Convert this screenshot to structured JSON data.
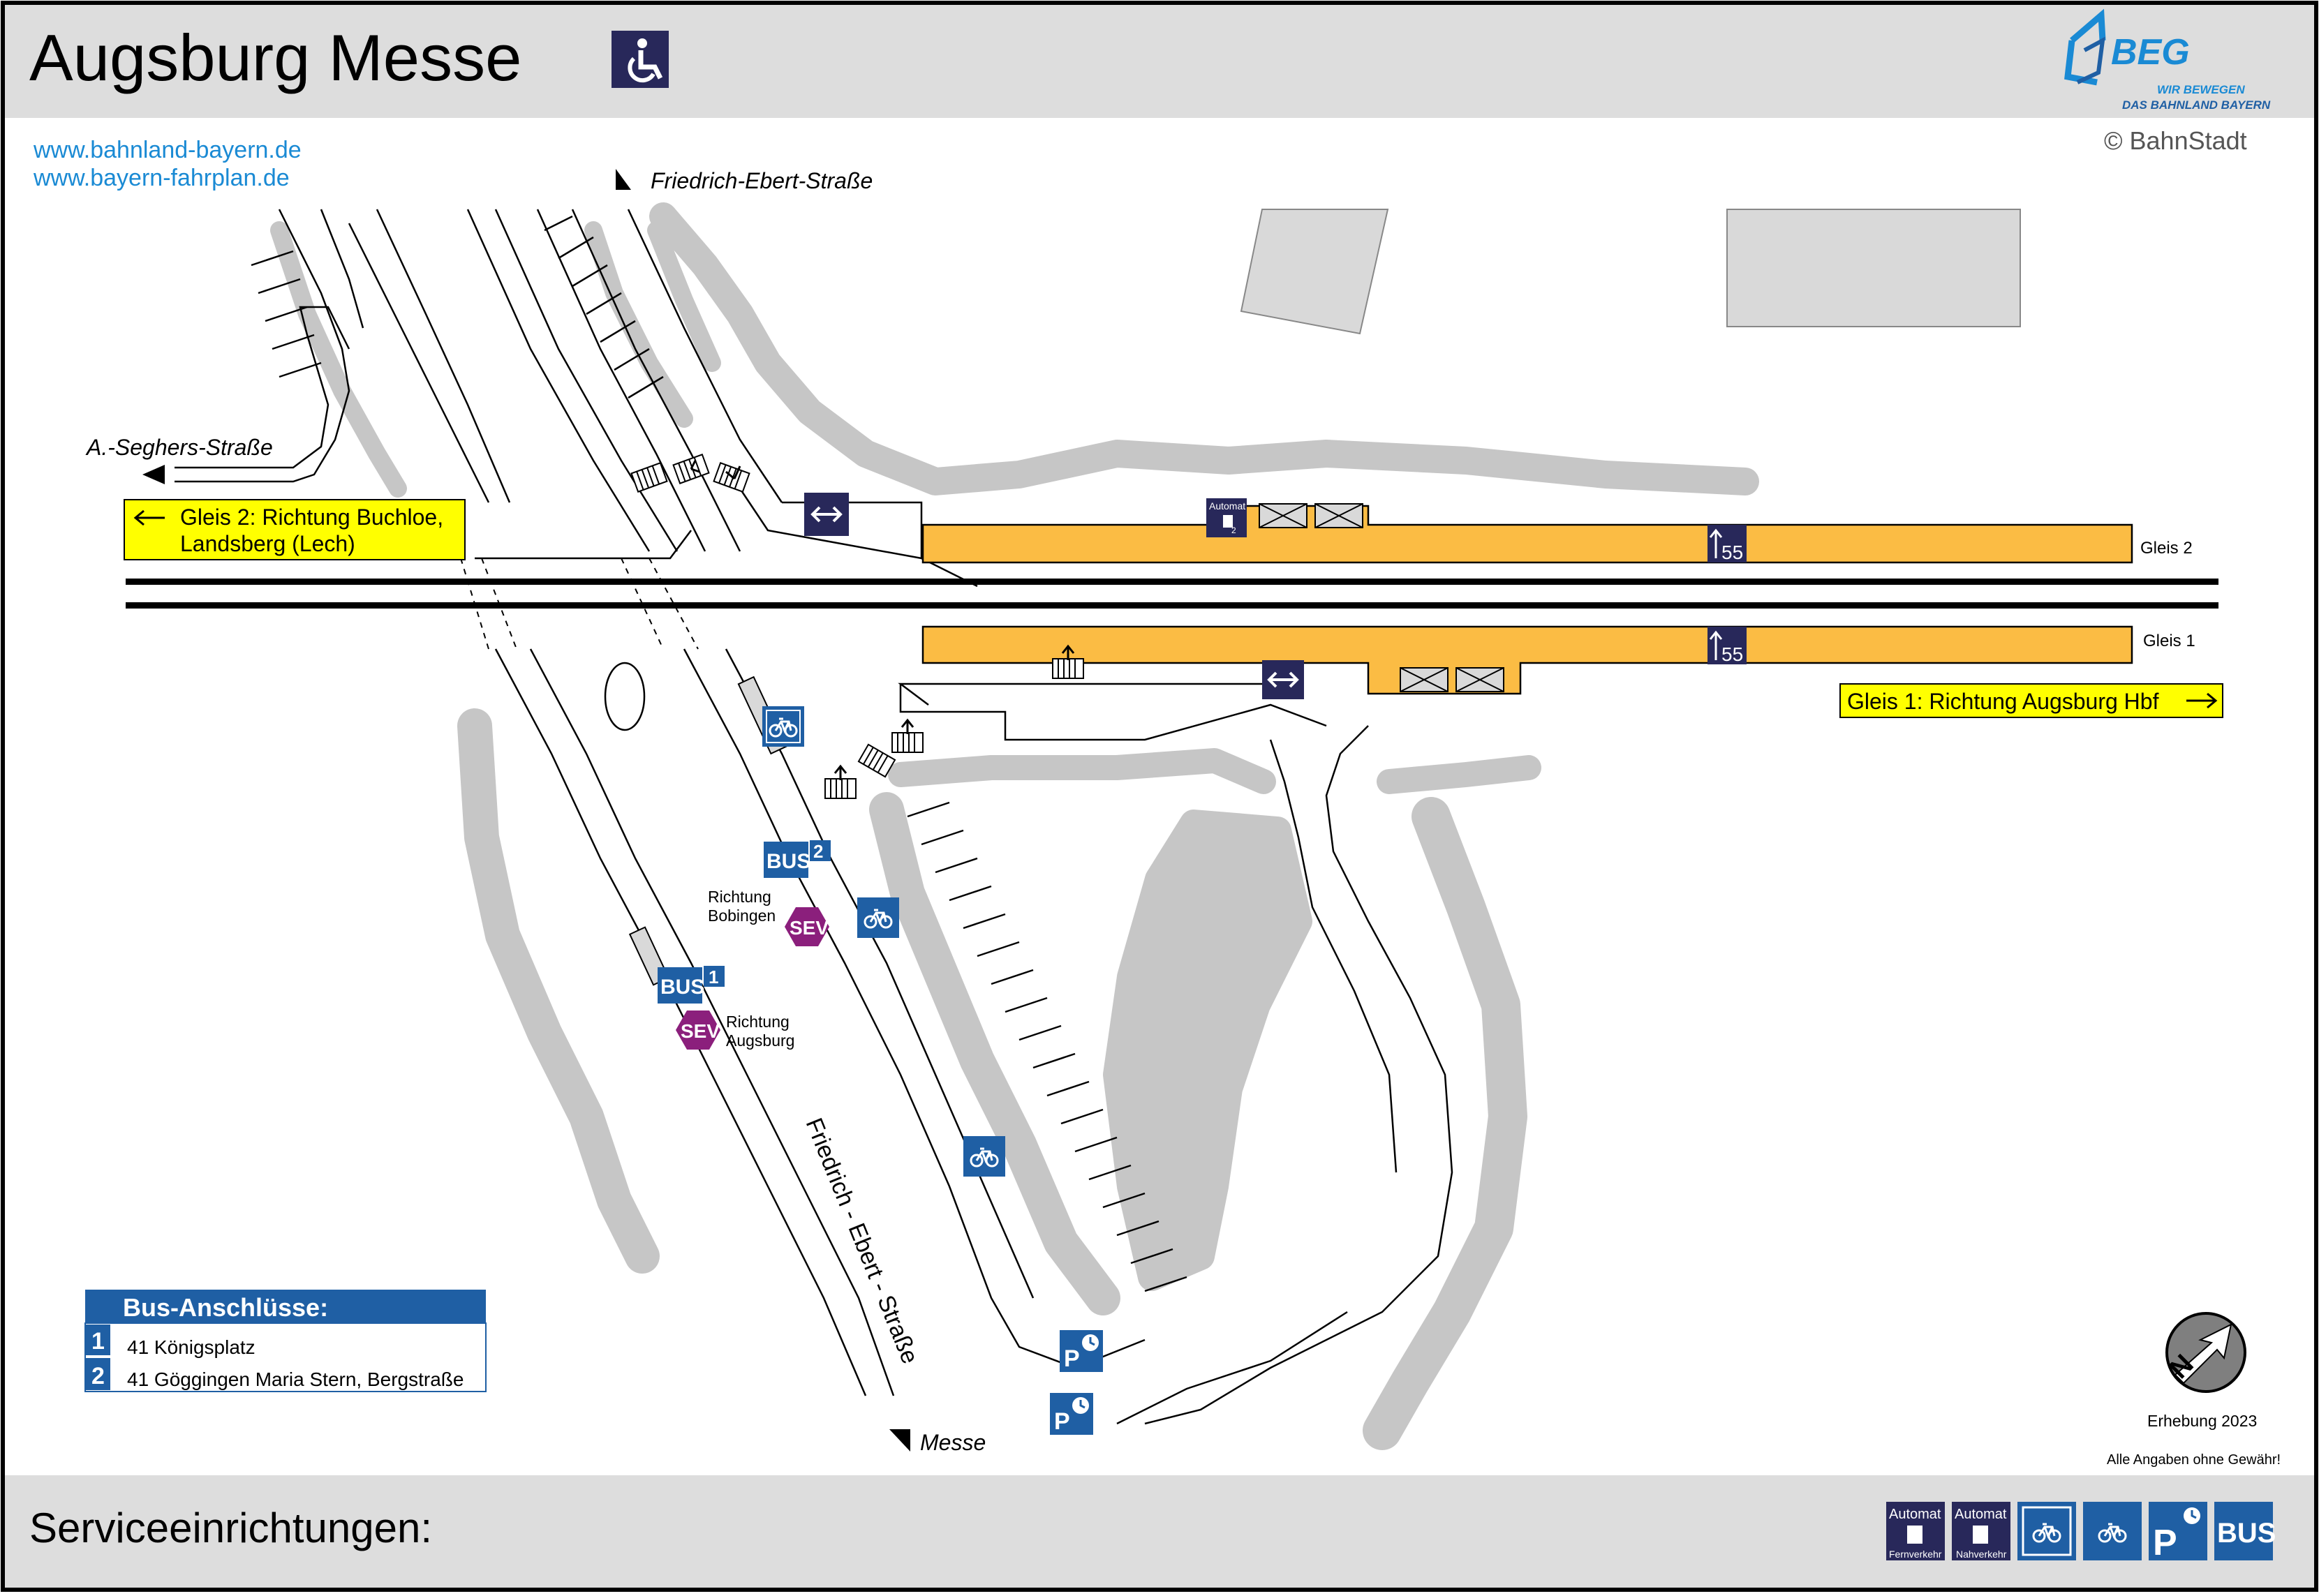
{
  "header": {
    "title": "Augsburg Messe",
    "accessibility_icon": "wheelchair-icon",
    "logo": {
      "brand": "BEG",
      "slogan_line1": "WIR BEWEGEN",
      "slogan_line2": "DAS BAHNLAND BAYERN"
    },
    "copyright": "© BahnStadt"
  },
  "links": [
    "www.bahnland-bayern.de",
    "www.bayern-fahrplan.de"
  ],
  "streets": {
    "friedrich_ebert_top": "Friedrich-Ebert-Straße",
    "seghers": "A.-Seghers-Straße",
    "friedrich_ebert_vertical": "Friedrich - Ebert - Straße",
    "messe": "Messe"
  },
  "platforms": {
    "gleis2_label": "Gleis 2",
    "gleis1_label": "Gleis 1",
    "gleis2_direction_line1": "Gleis 2: Richtung Buchloe,",
    "gleis2_direction_line2": "Landsberg (Lech)",
    "gleis1_direction": "Gleis 1: Richtung Augsburg Hbf",
    "platform_height_2": "55",
    "platform_height_1": "55"
  },
  "stops": {
    "bus_label": "BUS",
    "bus1_number": "1",
    "bus2_number": "2",
    "sev_label": "SEV",
    "richtung_bobingen_line1": "Richtung",
    "richtung_bobingen_line2": "Bobingen",
    "richtung_augsburg_line1": "Richtung",
    "richtung_augsburg_line2": "Augsburg"
  },
  "ticket_machine": {
    "label": "Automat",
    "number": "2"
  },
  "bus_connections": {
    "title": "Bus-Anschlüsse:",
    "rows": [
      {
        "number": "1",
        "text": "41 Königsplatz"
      },
      {
        "number": "2",
        "text": "41 Göggingen Maria Stern, Bergstraße"
      }
    ]
  },
  "north_arrow": {
    "letter": "N"
  },
  "survey": "Erhebung 2023",
  "disclaimer": "Alle Angaben ohne Gewähr!",
  "footer": {
    "title": "Serviceeinrichtungen:",
    "icons": [
      {
        "name": "ticket-machine-fernverkehr-icon",
        "top": "Automat",
        "bottom": "Fernverkehr"
      },
      {
        "name": "ticket-machine-nahverkehr-icon",
        "top": "Automat",
        "bottom": "Nahverkehr"
      },
      {
        "name": "bike-parking-covered-icon"
      },
      {
        "name": "bike-parking-icon"
      },
      {
        "name": "park-and-ride-icon",
        "text": "P"
      },
      {
        "name": "bus-icon",
        "text": "BUS"
      }
    ]
  },
  "colors": {
    "header_bg": "#dddddd",
    "platform": "#fbbc44",
    "direction_box": "#ffff00",
    "icon_blue": "#1f5fa4",
    "icon_navy": "#28285a",
    "sev_purple": "#8b1f7c",
    "link_blue": "#1a8ad4",
    "vegetation": "#c6c6c6"
  }
}
